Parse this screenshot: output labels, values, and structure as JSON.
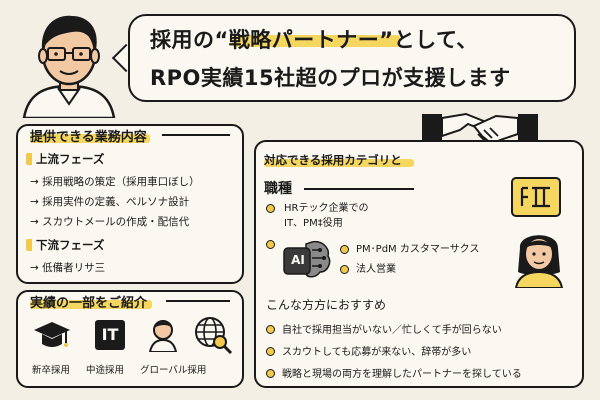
{
  "headline": {
    "line1_prefix": "採用の",
    "line1_highlight": "“戦略パートナー”",
    "line1_suffix": "として、",
    "line2": "RPO実績15社超のプロが支援します"
  },
  "services": {
    "title": "提供できる業務内容",
    "upstream": {
      "label": "上流フェーズ",
      "items": [
        "→ 採用戦略の策定（採用車口ぼし）",
        "→ 採用実件の定義、ペルソナ設計",
        "→ スカウトメールの作成・配信代"
      ]
    },
    "downstream": {
      "label": "下流フェーズ",
      "items": [
        "→ 低備者リサ三"
      ]
    }
  },
  "track_record": {
    "title": "実績の一部をご紹介",
    "items": [
      {
        "icon": "graduation-cap-icon",
        "label": "新卒採用"
      },
      {
        "icon": "it-icon",
        "label": "中途採用",
        "icon_text": "IT"
      },
      {
        "icon": "person-icon",
        "label": "グローバル採用"
      },
      {
        "icon": "globe-search-icon",
        "label": ""
      }
    ]
  },
  "categories": {
    "title": "対応できる採用カテゴリと",
    "job_type_label": "職種",
    "items": [
      {
        "line1": "HRテック企業での",
        "line2": "IT、PM‡役用"
      },
      {
        "line1": "PM･PdM カスタマーサクス"
      },
      {
        "line1": "法人営業"
      }
    ],
    "ai_chip_text": "AI"
  },
  "recommend": {
    "title": "こんな方方におすすめ",
    "items": [
      "自社で採用担当がいない／忙しくて手が回らない",
      "スカウトしても応募が来ない、辞帯が多い",
      "戦略と現場の両方を理解したパートナーを探している"
    ]
  },
  "colors": {
    "accent": "#f5d75f",
    "panel_bg": "#fbf8f1",
    "page_bg": "#f4efe4",
    "ink": "#1a1a1a"
  }
}
